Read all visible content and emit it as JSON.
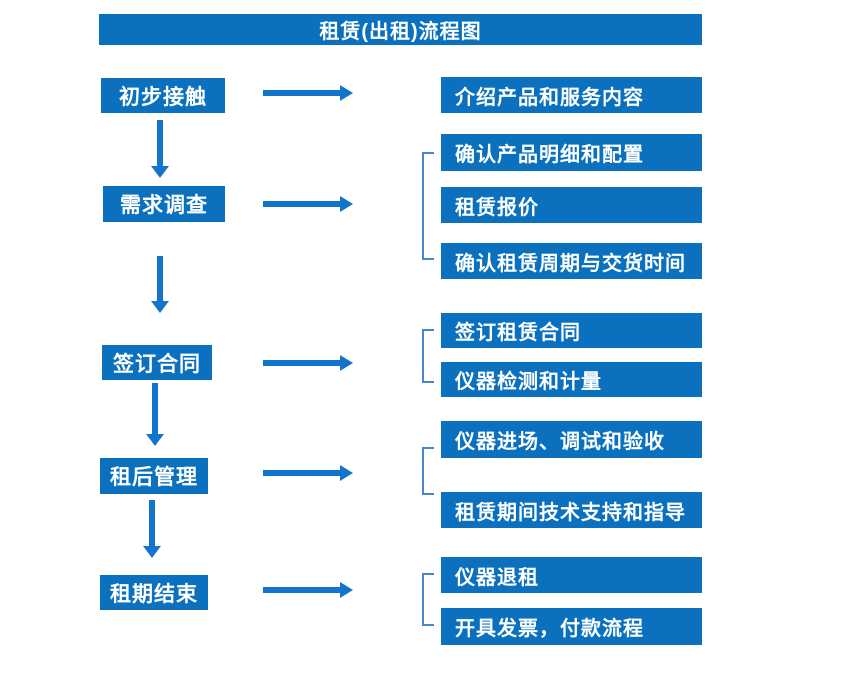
{
  "colors": {
    "box_blue": "#0b71bf",
    "arrow_blue": "#1374cd",
    "bracket_blue": "#4a87c8",
    "text_white": "#ffffff",
    "page_bg": "#ffffff"
  },
  "flow": {
    "title": "租赁(出租)流程图",
    "steps": [
      {
        "id": "initial-contact",
        "label": "初步接触",
        "outputs": [
          "介绍产品和服务内容"
        ]
      },
      {
        "id": "demand-survey",
        "label": "需求调查",
        "outputs": [
          "确认产品明细和配置",
          "租赁报价",
          "确认租赁周期与交货时间"
        ]
      },
      {
        "id": "sign-contract",
        "label": "签订合同",
        "outputs": [
          "签订租赁合同",
          "仪器检测和计量"
        ]
      },
      {
        "id": "post-rental-management",
        "label": "租后管理",
        "outputs": [
          "仪器进场、调试和验收",
          "租赁期间技术支持和指导"
        ]
      },
      {
        "id": "rental-end",
        "label": "租期结束",
        "outputs": [
          "仪器退租",
          "开具发票，付款流程"
        ]
      }
    ]
  }
}
